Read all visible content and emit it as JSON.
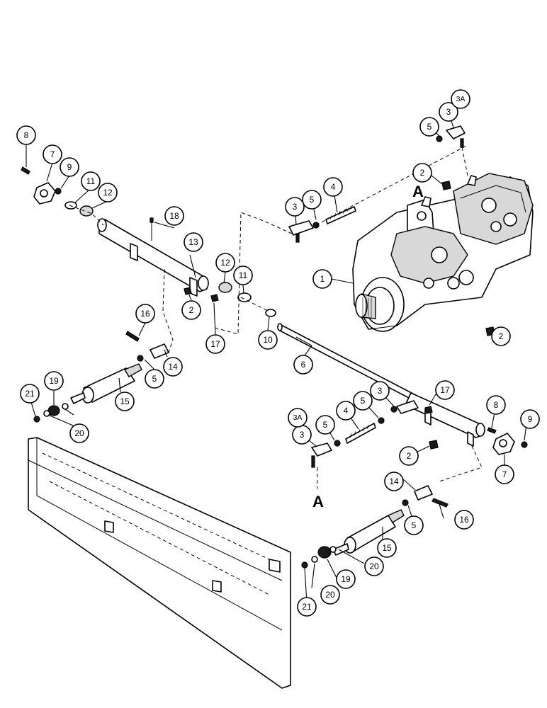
{
  "callouts": [
    {
      "id": "c1",
      "label": "1"
    },
    {
      "id": "c2a",
      "label": "2"
    },
    {
      "id": "c2b",
      "label": "2"
    },
    {
      "id": "c2c",
      "label": "2"
    },
    {
      "id": "c2d",
      "label": "2"
    },
    {
      "id": "c3a",
      "label": "3"
    },
    {
      "id": "c3b",
      "label": "3"
    },
    {
      "id": "c3c",
      "label": "3"
    },
    {
      "id": "c3d",
      "label": "3"
    },
    {
      "id": "c3Aa",
      "label": "3A"
    },
    {
      "id": "c3Ab",
      "label": "3A"
    },
    {
      "id": "c4a",
      "label": "4"
    },
    {
      "id": "c4b",
      "label": "4"
    },
    {
      "id": "c5a",
      "label": "5"
    },
    {
      "id": "c5b",
      "label": "5"
    },
    {
      "id": "c5c",
      "label": "5"
    },
    {
      "id": "c5d",
      "label": "5"
    },
    {
      "id": "c5e",
      "label": "5"
    },
    {
      "id": "c5f",
      "label": "5"
    },
    {
      "id": "c6",
      "label": "6"
    },
    {
      "id": "c7a",
      "label": "7"
    },
    {
      "id": "c7b",
      "label": "7"
    },
    {
      "id": "c8a",
      "label": "8"
    },
    {
      "id": "c8b",
      "label": "8"
    },
    {
      "id": "c9a",
      "label": "9"
    },
    {
      "id": "c9b",
      "label": "9"
    },
    {
      "id": "c10",
      "label": "10"
    },
    {
      "id": "c11a",
      "label": "11"
    },
    {
      "id": "c11b",
      "label": "11"
    },
    {
      "id": "c12a",
      "label": "12"
    },
    {
      "id": "c12b",
      "label": "12"
    },
    {
      "id": "c13",
      "label": "13"
    },
    {
      "id": "c14a",
      "label": "14"
    },
    {
      "id": "c14b",
      "label": "14"
    },
    {
      "id": "c15a",
      "label": "15"
    },
    {
      "id": "c15b",
      "label": "15"
    },
    {
      "id": "c16a",
      "label": "16"
    },
    {
      "id": "c16b",
      "label": "16"
    },
    {
      "id": "c17a",
      "label": "17"
    },
    {
      "id": "c17b",
      "label": "17"
    },
    {
      "id": "c18",
      "label": "18"
    },
    {
      "id": "c19a",
      "label": "19"
    },
    {
      "id": "c19b",
      "label": "19"
    },
    {
      "id": "c20a",
      "label": "20"
    },
    {
      "id": "c20b",
      "label": "20"
    },
    {
      "id": "c20c",
      "label": "20"
    },
    {
      "id": "c21a",
      "label": "21"
    },
    {
      "id": "c21b",
      "label": "21"
    }
  ],
  "reference_labels": {
    "top": "A",
    "bottom": "A"
  }
}
